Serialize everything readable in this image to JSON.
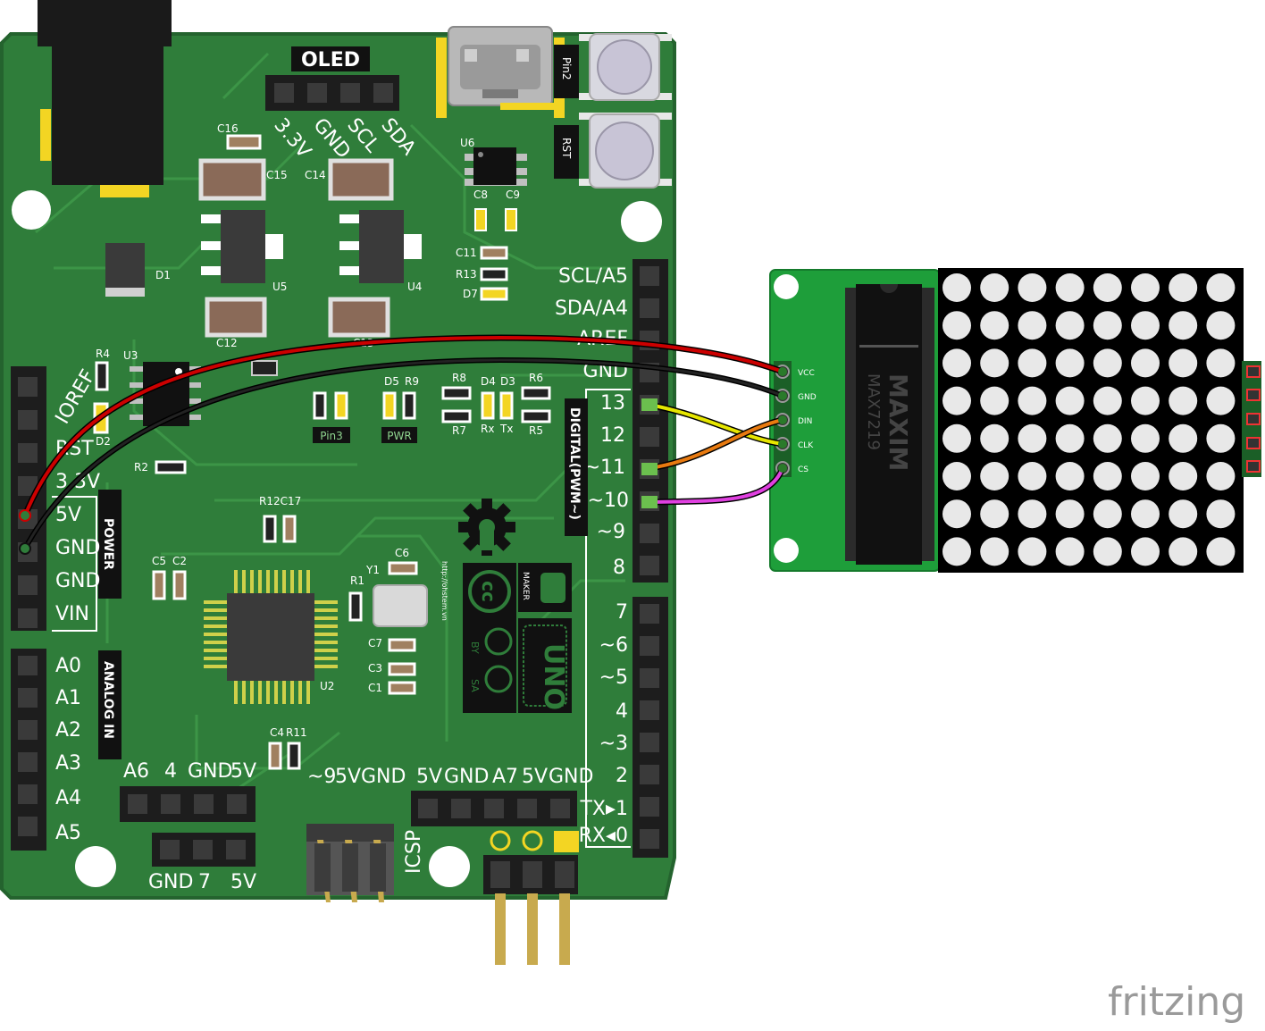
{
  "colors": {
    "board": "#2f7d3a",
    "board_edge": "#24632e",
    "trace": "#3c9547",
    "header": "#1d1d1d",
    "pin": "#3a3a3a",
    "module_pcb": "#1e9e3a",
    "matrix_bg": "#000000",
    "led": "#e8e8e8",
    "wire_vcc": "#cc0000",
    "wire_gnd": "#111111",
    "wire_din": "#e87a10",
    "wire_clk": "#e6e600",
    "wire_cs": "#e040e0",
    "fritzing": "#9a9a9a"
  },
  "board": {
    "oled_label": "OLED",
    "oled_pins": [
      "3.3V",
      "GND",
      "SCL",
      "SDA"
    ],
    "components": {
      "c16": "C16",
      "c15": "C15",
      "c14": "C14",
      "u6": "U6",
      "c8": "C8",
      "c9": "C9",
      "d1": "D1",
      "u5": "U5",
      "u4": "U4",
      "c11": "C11",
      "r13": "R13",
      "d7": "D7",
      "c12": "C12",
      "c13": "C13",
      "r4": "R4",
      "u3": "U3",
      "d2": "D2",
      "r2": "R2",
      "r8": "R8",
      "d4": "D4",
      "d3": "D3",
      "r6": "R6",
      "r7": "R7",
      "rx": "Rx",
      "tx": "Tx",
      "r5": "R5",
      "d5": "D5",
      "r9": "R9",
      "pin3": "Pin3",
      "pwr": "PWR",
      "r12c17": "R12C17",
      "c5": "C5",
      "c2": "C2",
      "c6": "C6",
      "y1": "Y1",
      "r1": "R1",
      "c7": "C7",
      "c3": "C3",
      "c1": "C1",
      "u2": "U2",
      "c4": "C4",
      "r11": "R11",
      "pin2_btn": "Pin2",
      "rst_btn": "RST"
    },
    "power_label": "POWER",
    "power_pins": [
      "IOREF",
      "RST",
      "3.3V",
      "5V",
      "GND",
      "GND",
      "VIN"
    ],
    "analog_label": "ANALOG IN",
    "analog_pins": [
      "A0",
      "A1",
      "A2",
      "A3",
      "A4",
      "A5"
    ],
    "digital_label": "DIGITAL(PWM~)",
    "digital_top_pins": [
      "SCL/A5",
      "SDA/A4",
      "AREF",
      "GND",
      "13",
      "12",
      "~11",
      "~10",
      "~9",
      "8"
    ],
    "digital_bottom_pins": [
      "7",
      "~6",
      "~5",
      "4",
      "~3",
      "2",
      "TX▸1",
      "RX◂0"
    ],
    "bottom_header_left_top": [
      "A6",
      "4",
      "GND",
      "5V"
    ],
    "bottom_header_left_bottom": [
      "GND",
      "7",
      "5V"
    ],
    "icsp_label": "ICSP",
    "icsp_top": [
      "~9",
      "5V",
      "GND"
    ],
    "right_bottom_header": [
      "5V",
      "GND",
      "A7",
      "5V",
      "GND"
    ],
    "brand_maker": "MAKER",
    "brand_uno": "UNO",
    "brand_url": "http://ohstem.vn",
    "cc_by": "BY",
    "cc_sa": "SA",
    "cc_cc": "cc"
  },
  "module": {
    "pins": [
      "VCC",
      "GND",
      "DIN",
      "CLK",
      "CS"
    ],
    "chip_brand": "MAXIM",
    "chip_name": "MAX7219",
    "matrix_rows": 8,
    "matrix_cols": 8
  },
  "watermark": "fritzing"
}
